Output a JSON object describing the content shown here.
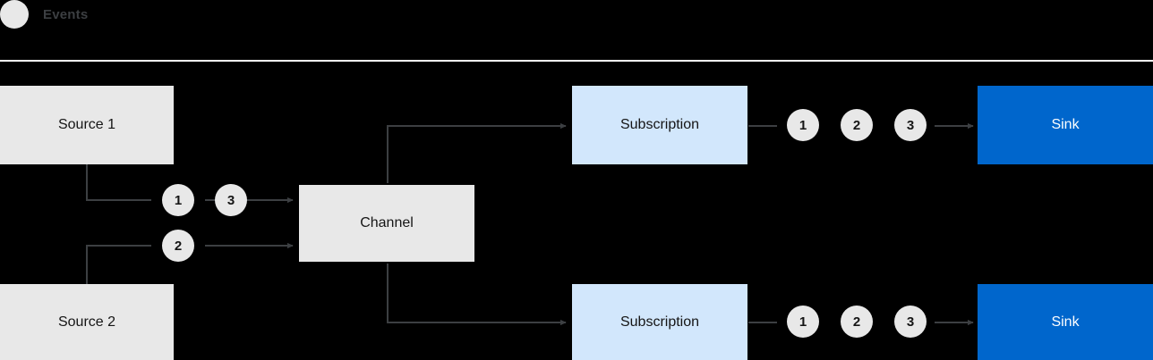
{
  "legend": {
    "icon": "events-dot-icon",
    "label": "Events",
    "dot_color": "#e8e8e8",
    "label_color": "#3c3f42"
  },
  "colors": {
    "background": "#000000",
    "source_fill": "#e8e8e8",
    "channel_fill": "#e8e8e8",
    "subscription_fill": "#d2e7fc",
    "sink_fill": "#0066cc",
    "sink_text": "#ffffff",
    "badge_fill": "#e8e8e8",
    "wire": "#3c3f42",
    "divider": "#ffffff"
  },
  "nodes": {
    "source_1": "Source 1",
    "source_2": "Source 2",
    "channel": "Channel",
    "subscription_top": "Subscription",
    "subscription_bottom": "Subscription",
    "sink_top": "Sink",
    "sink_bottom": "Sink"
  },
  "badges": {
    "source1_events": [
      "1",
      "3"
    ],
    "source2_events": [
      "2"
    ],
    "subscription_top_events": [
      "1",
      "2",
      "3"
    ],
    "subscription_bottom_events": [
      "1",
      "2",
      "3"
    ]
  }
}
